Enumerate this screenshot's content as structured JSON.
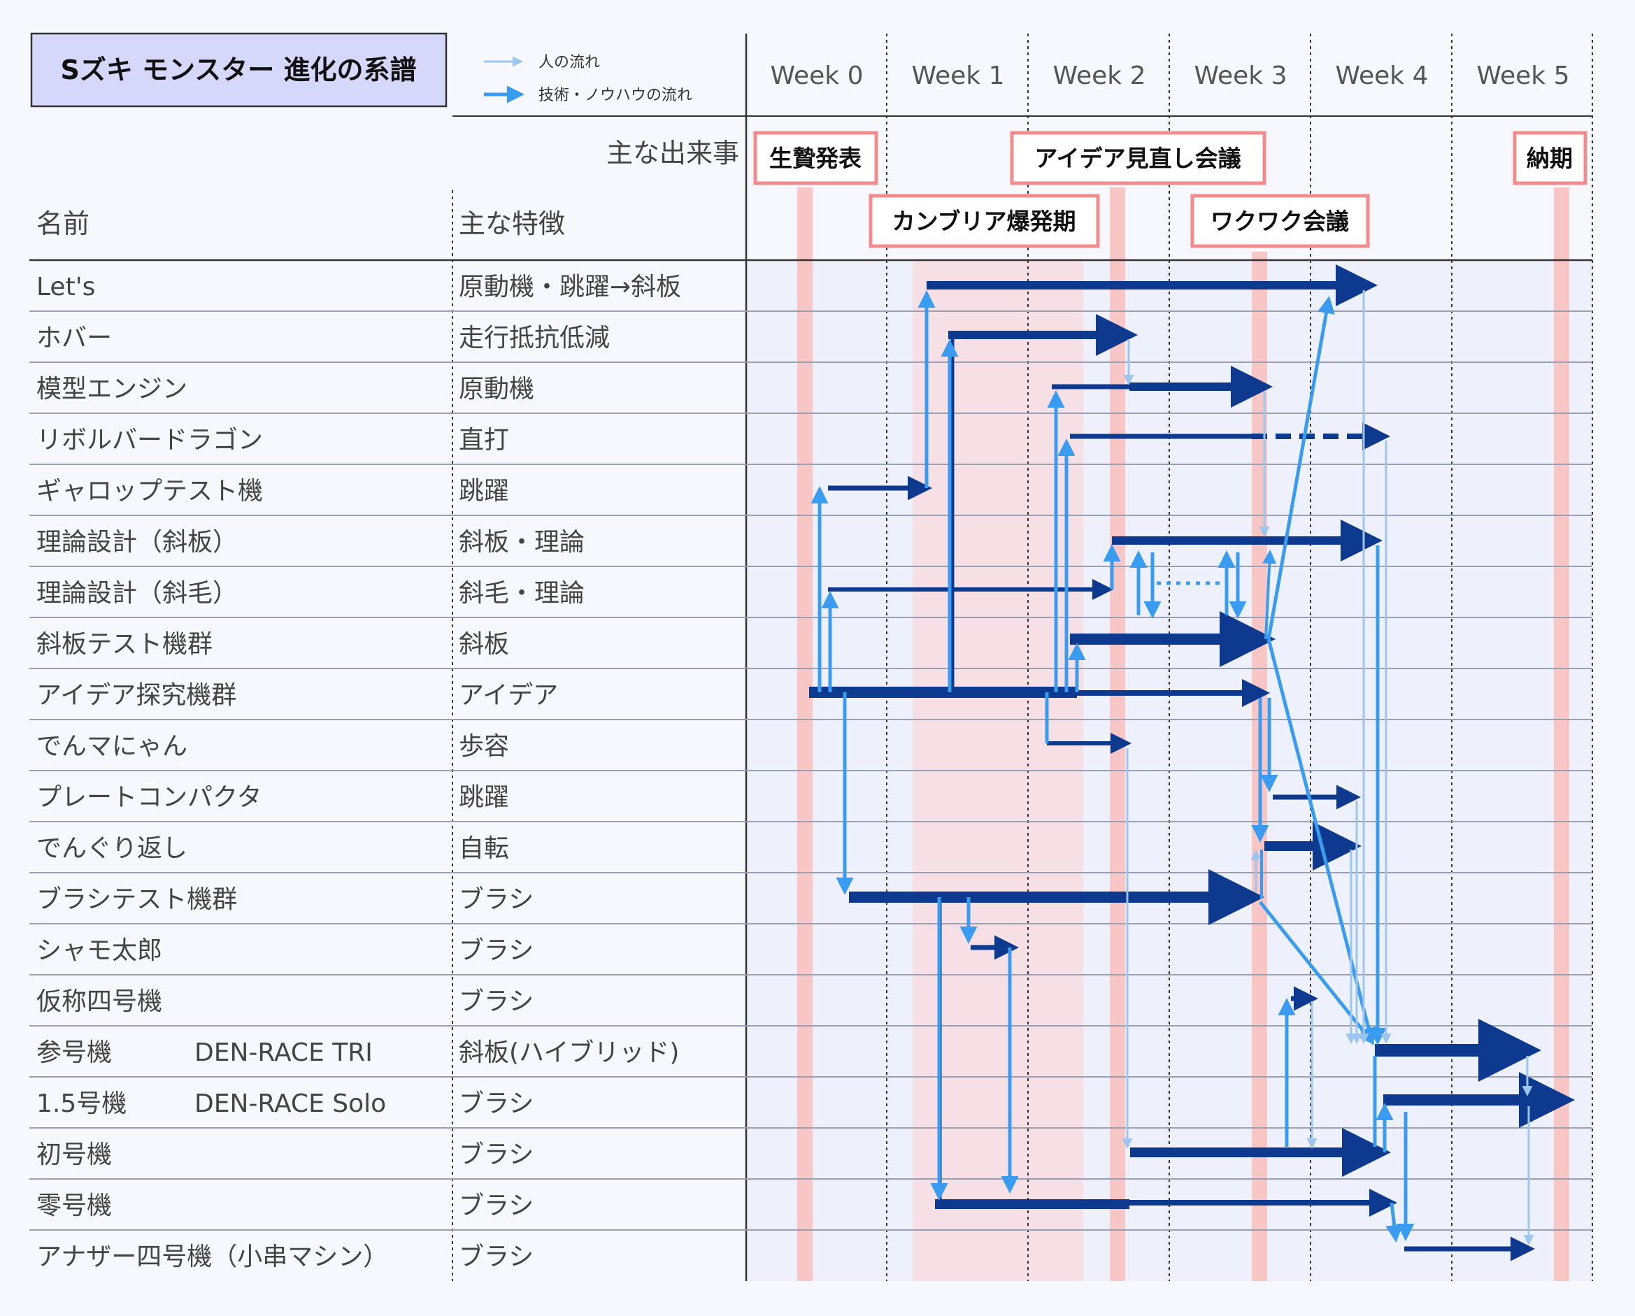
{
  "title": "Sズキ モンスター 進化の系譜",
  "legend": [
    {
      "label": "人の流れ",
      "color": "#9cc6f0"
    },
    {
      "label": "技術・ノウハウの流れ",
      "color": "#3a9cf0"
    }
  ],
  "weeks": [
    "Week 0",
    "Week 1",
    "Week 2",
    "Week 3",
    "Week 4",
    "Week 5"
  ],
  "headers": {
    "events": "主な出来事",
    "name": "名前",
    "feature": "主な特徴"
  },
  "events": [
    "生贄発表",
    "アイデア見直し会議",
    "納期",
    "カンブリア爆発期",
    "ワクワク会議"
  ],
  "rows": [
    {
      "name": "Let's",
      "feature": "原動機・跳躍→斜板"
    },
    {
      "name": "ホバー",
      "feature": "走行抵抗低減"
    },
    {
      "name": "模型エンジン",
      "feature": "原動機"
    },
    {
      "name": "リボルバードラゴン",
      "feature": "直打"
    },
    {
      "name": "ギャロップテスト機",
      "feature": "跳躍"
    },
    {
      "name": "理論設計（斜板）",
      "feature": "斜板・理論"
    },
    {
      "name": "理論設計（斜毛）",
      "feature": "斜毛・理論"
    },
    {
      "name": "斜板テスト機群",
      "feature": "斜板"
    },
    {
      "name": "アイデア探究機群",
      "feature": "アイデア"
    },
    {
      "name": "でんマにゃん",
      "feature": "歩容"
    },
    {
      "name": "プレートコンパクタ",
      "feature": "跳躍"
    },
    {
      "name": "でんぐり返し",
      "feature": "自転"
    },
    {
      "name": "ブラシテスト機群",
      "feature": "ブラシ"
    },
    {
      "name": "シャモ太郎",
      "feature": "ブラシ"
    },
    {
      "name": "仮称四号機",
      "feature": "ブラシ"
    },
    {
      "name": "参号機",
      "alias": "DEN-RACE TRI",
      "feature": "斜板(ハイブリッド)"
    },
    {
      "name": "1.5号機",
      "alias": "DEN-RACE Solo",
      "feature": "ブラシ"
    },
    {
      "name": "初号機",
      "feature": "ブラシ"
    },
    {
      "name": "零号機",
      "feature": "ブラシ"
    },
    {
      "name": "アナザー四号機（小串マシン）",
      "feature": "ブラシ"
    }
  ],
  "colors": {
    "title_bg": "#d6d8fb",
    "event_border": "#f08c8c",
    "event_band": "#f9c6c6",
    "cambrian_band": "#f7dfe6",
    "chart_bg": "#eef0fb",
    "dark_arrow": "#0d3a8e",
    "mid_arrow": "#3a9cf0",
    "light_arrow": "#9cc6f0"
  }
}
